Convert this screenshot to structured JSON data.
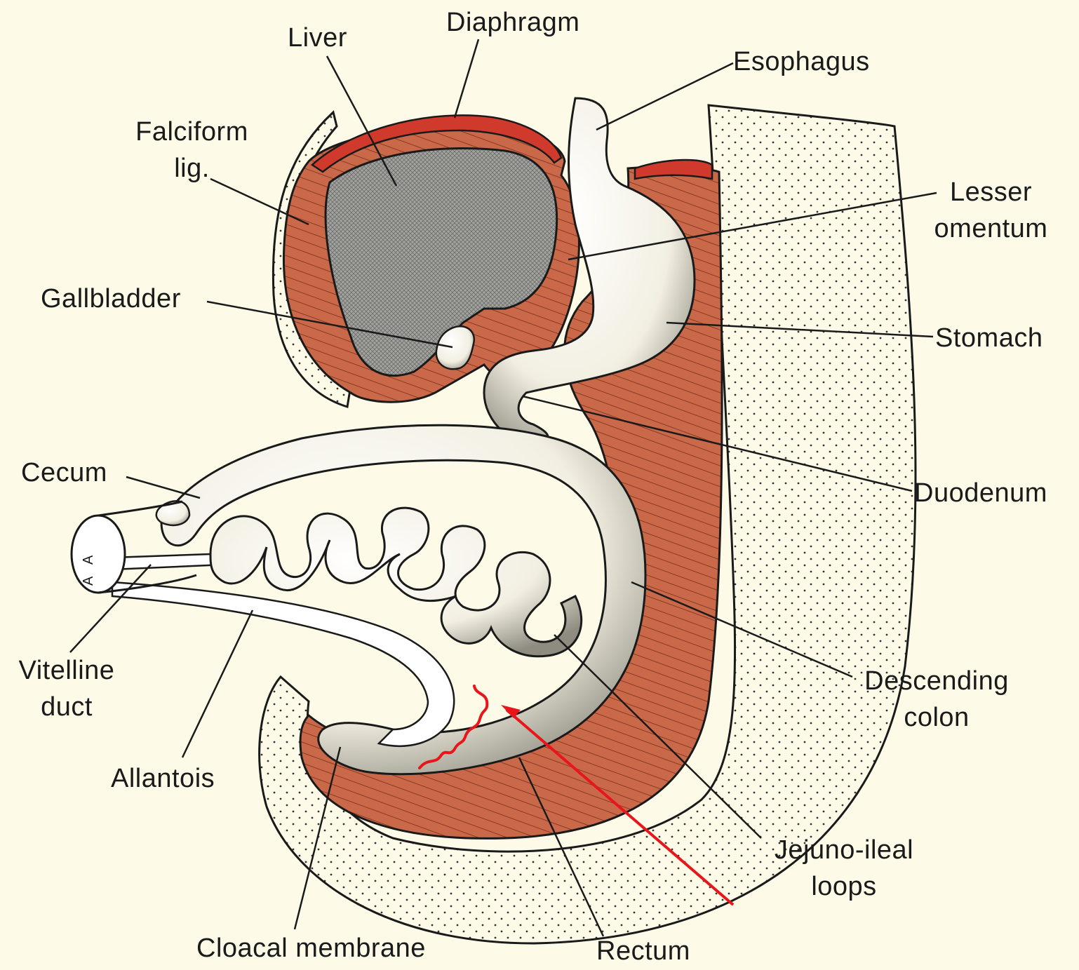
{
  "labels": {
    "liver": "Liver",
    "diaphragm": "Diaphragm",
    "esophagus": "Esophagus",
    "falciform_1": "Falciform",
    "falciform_2": "lig.",
    "lesser_omentum_1": "Lesser",
    "lesser_omentum_2": "omentum",
    "gallbladder": "Gallbladder",
    "stomach": "Stomach",
    "cecum": "Cecum",
    "duodenum": "Duodenum",
    "vitelline_1": "Vitelline",
    "vitelline_2": "duct",
    "descending_colon_1": "Descending",
    "descending_colon_2": "colon",
    "allantois": "Allantois",
    "jejuno_1": "Jejuno-ileal",
    "jejuno_2": "loops",
    "cloacal_membrane": "Cloacal membrane",
    "rectum": "Rectum",
    "stalk_letter": "A"
  },
  "colors": {
    "background": "#fdfbe8",
    "mesentery": "#c9694a",
    "diaphragm": "#d03a2c",
    "liver": "#9ea09c",
    "gut": "#f7f5ec",
    "ink": "#1a1a1a",
    "annotation": "#e8161b"
  }
}
